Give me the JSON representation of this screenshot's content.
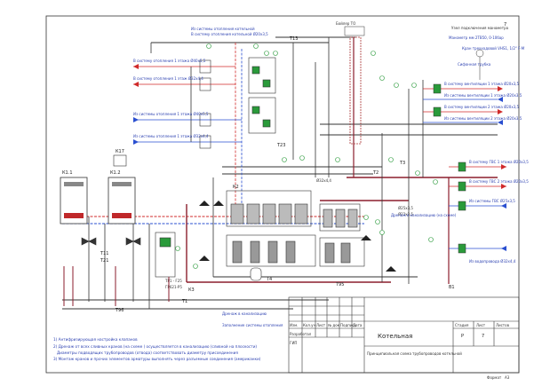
{
  "drawing": {
    "page_number": "7",
    "title": "Котельная",
    "subtitle": "Принципиальная схема трубопроводов котельной",
    "stage_header": "Стадия",
    "sheet_header": "Лист",
    "sheets_header": "Листов",
    "stage_value": "Р",
    "sheet_value": "7",
    "format_label": "Формат",
    "format_value": "А3",
    "stamp_headers": [
      "Изм.",
      "Кол.уч",
      "Лист",
      "№ док",
      "Подпись",
      "Дата"
    ],
    "stamp_rows": [
      "Разработал",
      "ГИП"
    ]
  },
  "notes": [
    "1) Антифризирующая настройка клапанов",
    "2) Дренаж от всех сливных кранов (на схеме ) осуществляется в канализацию (сливной на плоскости)",
    "Диаметры подводящих трубопроводов (отвода) соответствовать диаметру присоединения",
    "3) Монтаж кранов и прочих элементов арматуры выполнять через разъемные соединения (американки)"
  ],
  "equipment": {
    "boiler_1": "К1.1",
    "boiler_2": "К1.2",
    "unit_k17": "К17",
    "unit_k2": "К2",
    "pipe_t11": "Т11",
    "pipe_t21": "Т21",
    "pipe_t13": "Т13",
    "pipe_t23": "Т23",
    "pipe_t95": "Т95",
    "pipe_t96": "Т96",
    "pipe_t1": "Т1",
    "pipe_t2": "Т2",
    "pipe_t3": "Т3",
    "pipe_t4": "Т4",
    "pipe_v1": "В1",
    "pipe_k3": "К3",
    "boiler_label": "Бойлер ТО",
    "diam_32": "Ø32х4,4",
    "diam_25": "Ø25х3,5",
    "diam_22": "Ø22х3,5",
    "ref_tr": "ТР1 - F25",
    "ref_gr": "ГР621-Р5"
  },
  "left_labels": [
    "В систему отопления 1 этажа Ø40х5,5",
    "В систему отопления 1 этаж Ø32х4,4",
    "Из системы отопления 1 этажа Ø40х5,5",
    "Из системы отопления 1 этажа Ø32х4,4"
  ],
  "top_labels": [
    "В систему отопления котельной Ø20х3,5",
    "Из системы отопления котельной"
  ],
  "right_labels": [
    "Узел подключения манометра",
    "Манометр мм 2ТВ50, 0-10бар",
    "Кран трехходовой VHS1, 1/2\" F-M",
    "Сифонная трубка",
    "В систему вентиляции 1 этажа Ø20х3,5",
    "Из системы вентиляции 1 этажа Ø20х3,5",
    "В систему вентиляции 2 этажа Ø20х3,5",
    "Из системы вентиляции 2 этажа Ø20х3,5",
    "В систему ГВС 1 этажа Ø20х3,5",
    "В систему ГВС 2 этажа Ø20х3,5",
    "Из системы ГВС Ø25х3,5",
    "Из водопровода Ø32х4,4"
  ],
  "bottom_labels": [
    "Дренаж в канализацию",
    "Дренаж в канализацию (на схеме)",
    "Заполнение системы отопления"
  ],
  "colors": {
    "supply": "#d02a2a",
    "return": "#2a4fd0",
    "drain": "#8b1e2d",
    "line": "#333333",
    "green": "#2a9a3a"
  }
}
